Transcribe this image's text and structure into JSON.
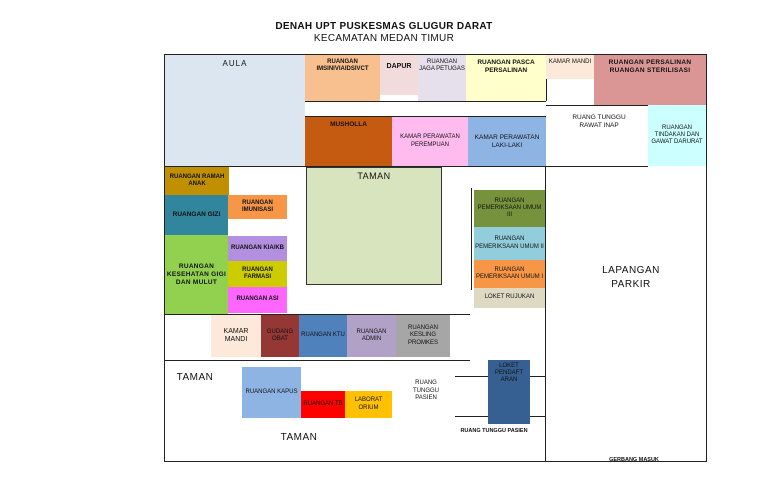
{
  "title": {
    "line1": "DENAH UPT PUSKESMAS GLUGUR DARAT",
    "line2": "KECAMATAN MEDAN TIMUR"
  },
  "rooms": {
    "aula": "AULA",
    "imsinivia": "RUANGAN IMSINIVIAIDSIVCT",
    "dapur": "DAPUR",
    "jaga": "RUANGAN JAGA PETUGAS",
    "pasca": "RUANGAN PASCA PERSALINAN",
    "kamar_mandi_top": "KAMAR MANDI",
    "persalinan": "RUANGAN PERSALINAN RUANGAN STERILISASI",
    "musholla": "MUSHOLLA",
    "rawat_perempuan": "KAMAR PERAWATAN PEREMPUAN",
    "rawat_laki": "KAMAR PERAWATAN LAKI-LAKI",
    "tunggu_rawat_inap": "RUANG TUNGGU RAWAT INAP",
    "tindakan": "RUANGAN TINDAKAN DAN GAWAT DARURAT",
    "taman_center": "TAMAN",
    "ramah_anak": "RUANGAN RAMAH ANAK",
    "gizi": "RUANGAN GIZI",
    "imunisasi": "RUANGAN IMUNISASI",
    "gigi": "RUANGAN KESEHATAN GIGI DAN MULUT",
    "kiakb": "RUANGAN KIA/KB",
    "farmasi": "RUANGAN FARMASI",
    "asi": "RUANGAN ASI",
    "umum3": "RUANGAN PEMERIKSAAN UMUM III",
    "umum2": "RUANGAN PEMERIKSAAN UMUM II",
    "umum1": "RUANGAN PEMERIKSAAN UMUM I",
    "rujukan": "LOKET RUJUKAN",
    "parkir": "LAPANGAN PARKIR",
    "kamar_mandi_mid": "KAMAR MANDI",
    "gudang": "GUDANG OBAT",
    "ktu": "RUANGAN KTU",
    "admin": "RUANGAN ADMIN",
    "kesling": "RUANGAN KESLING PROMKES",
    "taman_left": "TAMAN",
    "kapus": "RUANGAN KAPUS",
    "tb": "RUANGAN TB",
    "lab": "LABORAT ORIUM",
    "tunggu_pasien": "RUANG TUNGGU PASIEN",
    "pendaftaran": "LOKET PENDAFT ARAN",
    "taman_bottom": "TAMAN",
    "tunggu_pasien_bottom": "RUANG TUNGGU PASIEN",
    "gerbang": "GERBANG MASUK"
  },
  "colors": {
    "aula": "#dce6f1",
    "imsinivia": "#f9c08f",
    "dapur": "#f2dcdb",
    "jaga": "#e6e0ec",
    "pasca": "#ffffcc",
    "kamar_mandi": "#fde9d9",
    "persalinan": "#d99694",
    "musholla": "#c55a11",
    "rawat_perempuan": "#ffbbee",
    "rawat_laki": "#8eb4e3",
    "tindakan": "#ccffff",
    "taman": "#d7e4bd",
    "ramah_anak": "#c09000",
    "gizi": "#31859c",
    "imunisasi": "#f79646",
    "gigi": "#92d050",
    "kiakb": "#b38fe0",
    "farmasi": "#cccc00",
    "asi": "#ff66ff",
    "umum3": "#76923c",
    "umum2": "#92cddc",
    "umum1": "#f79646",
    "rujukan": "#ddd9c3",
    "gudang": "#953735",
    "ktu": "#4f81bd",
    "admin": "#b2a1c7",
    "kesling": "#a6a6a6",
    "kapus": "#8db4e2",
    "tb": "#ff0000",
    "lab": "#ffc000",
    "pendaftaran": "#366092"
  }
}
